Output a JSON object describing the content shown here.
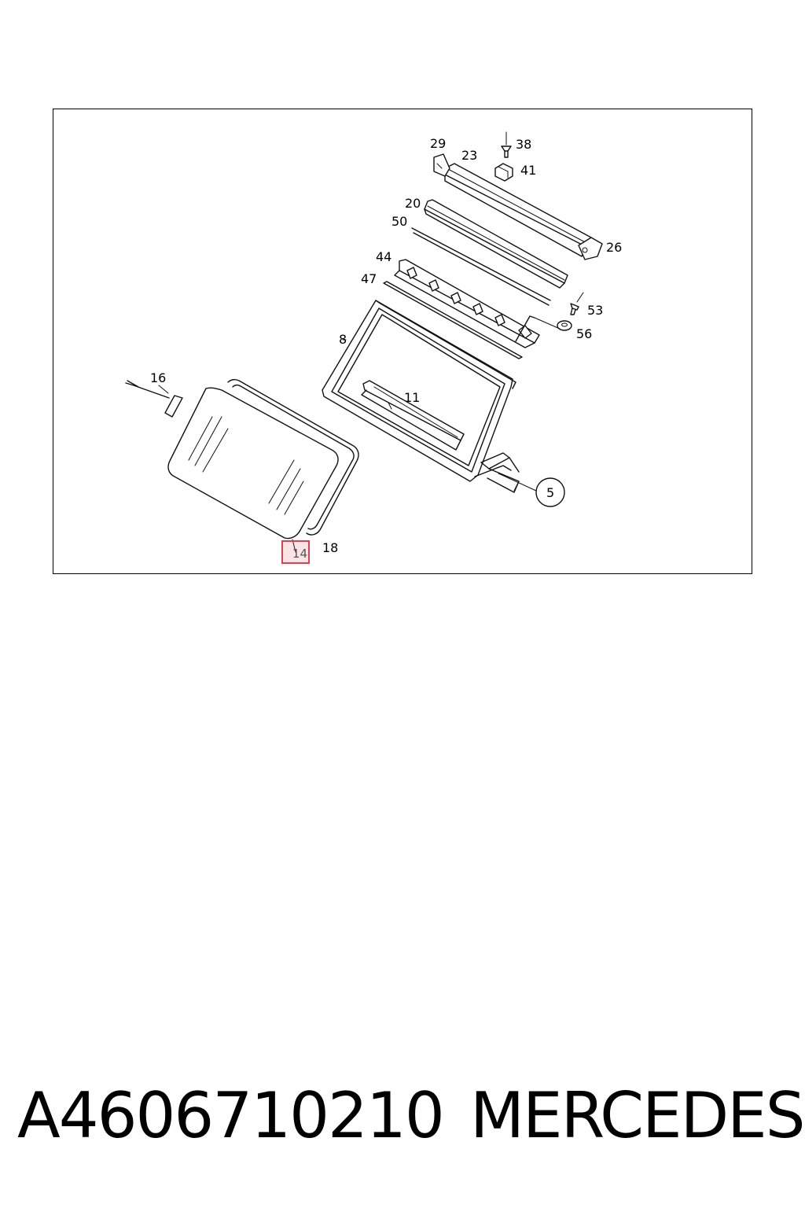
{
  "diagram": {
    "callouts": {
      "29": "29",
      "23": "23",
      "38": "38",
      "41": "41",
      "20": "20",
      "50": "50",
      "26": "26",
      "44": "44",
      "47": "47",
      "53": "53",
      "56": "56",
      "8": "8",
      "16": "16",
      "11": "11",
      "5": "5",
      "18": "18"
    },
    "highlighted": {
      "label": "14",
      "color": "#e0424d"
    }
  },
  "footer": {
    "part_number": "A4606710210",
    "brand": "MERCEDES"
  }
}
